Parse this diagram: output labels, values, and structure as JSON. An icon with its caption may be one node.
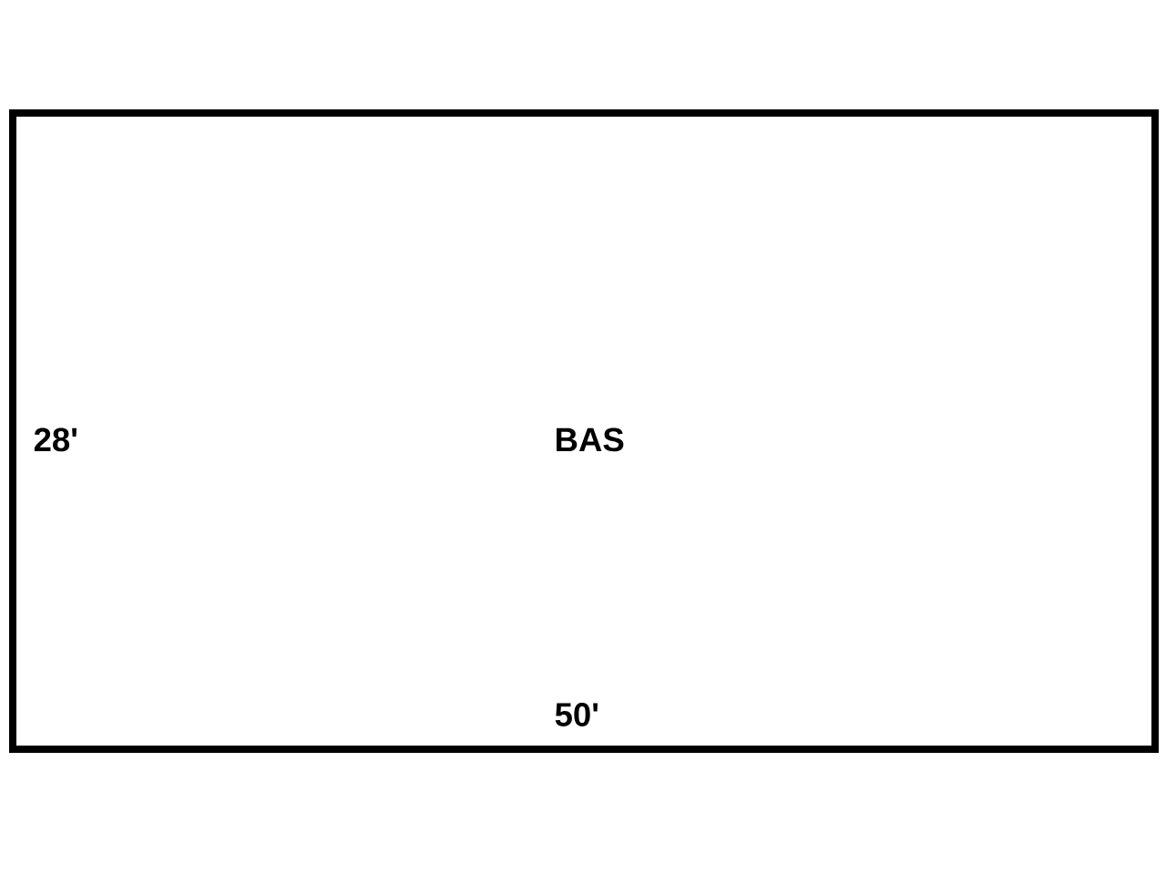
{
  "diagram": {
    "nodes": [
      {
        "text": [
          "BAS"
        ]
      }
    ],
    "labels": [
      "28'",
      "50'"
    ]
  }
}
